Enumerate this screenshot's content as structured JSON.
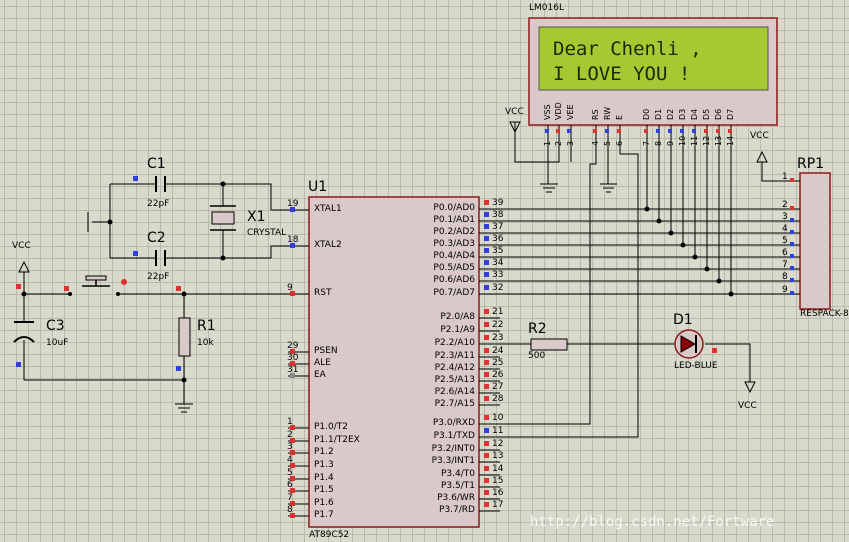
{
  "lcd": {
    "part": "LM016L",
    "line1": "Dear Chenli ,",
    "line2": "I LOVE YOU !",
    "pin_names": [
      "VSS",
      "VDD",
      "VEE",
      "RS",
      "RW",
      "E",
      "D0",
      "D1",
      "D2",
      "D3",
      "D4",
      "D5",
      "D6",
      "D7"
    ],
    "pin_numbers": [
      "1",
      "2",
      "3",
      "4",
      "5",
      "6",
      "7",
      "8",
      "9",
      "10",
      "11",
      "12",
      "13",
      "14"
    ],
    "vcc": "VCC"
  },
  "mcu": {
    "ref": "U1",
    "part": "AT89C52",
    "left_pins": [
      {
        "num": "19",
        "name": "XTAL1"
      },
      {
        "num": "18",
        "name": "XTAL2"
      },
      {
        "num": "9",
        "name": "RST"
      },
      {
        "num": "29",
        "name": "PSEN"
      },
      {
        "num": "30",
        "name": "ALE"
      },
      {
        "num": "31",
        "name": "EA"
      },
      {
        "num": "1",
        "name": "P1.0/T2"
      },
      {
        "num": "2",
        "name": "P1.1/T2EX"
      },
      {
        "num": "3",
        "name": "P1.2"
      },
      {
        "num": "4",
        "name": "P1.3"
      },
      {
        "num": "5",
        "name": "P1.4"
      },
      {
        "num": "6",
        "name": "P1.5"
      },
      {
        "num": "7",
        "name": "P1.6"
      },
      {
        "num": "8",
        "name": "P1.7"
      }
    ],
    "right_pins": [
      {
        "num": "39",
        "name": "P0.0/AD0"
      },
      {
        "num": "38",
        "name": "P0.1/AD1"
      },
      {
        "num": "37",
        "name": "P0.2/AD2"
      },
      {
        "num": "36",
        "name": "P0.3/AD3"
      },
      {
        "num": "35",
        "name": "P0.4/AD4"
      },
      {
        "num": "34",
        "name": "P0.5/AD5"
      },
      {
        "num": "33",
        "name": "P0.6/AD6"
      },
      {
        "num": "32",
        "name": "P0.7/AD7"
      },
      {
        "num": "21",
        "name": "P2.0/A8"
      },
      {
        "num": "22",
        "name": "P2.1/A9"
      },
      {
        "num": "23",
        "name": "P2.2/A10"
      },
      {
        "num": "24",
        "name": "P2.3/A11"
      },
      {
        "num": "25",
        "name": "P2.4/A12"
      },
      {
        "num": "26",
        "name": "P2.5/A13"
      },
      {
        "num": "27",
        "name": "P2.6/A14"
      },
      {
        "num": "28",
        "name": "P2.7/A15"
      },
      {
        "num": "10",
        "name": "P3.0/RXD"
      },
      {
        "num": "11",
        "name": "P3.1/TXD"
      },
      {
        "num": "12",
        "name": "P3.2/INT0"
      },
      {
        "num": "13",
        "name": "P3.3/INT1"
      },
      {
        "num": "14",
        "name": "P3.4/T0"
      },
      {
        "num": "15",
        "name": "P3.5/T1"
      },
      {
        "num": "16",
        "name": "P3.6/WR"
      },
      {
        "num": "17",
        "name": "P3.7/RD"
      }
    ]
  },
  "components": {
    "c1": {
      "ref": "C1",
      "value": "22pF"
    },
    "c2": {
      "ref": "C2",
      "value": "22pF"
    },
    "c3": {
      "ref": "C3",
      "value": "10uF"
    },
    "x1": {
      "ref": "X1",
      "value": "CRYSTAL"
    },
    "r1": {
      "ref": "R1",
      "value": "10k"
    },
    "r2": {
      "ref": "R2",
      "value": "500"
    },
    "d1": {
      "ref": "D1",
      "value": "LED-BLUE"
    },
    "rp1": {
      "ref": "RP1",
      "value": "RESPACK-8",
      "pins": [
        "1",
        "2",
        "3",
        "4",
        "5",
        "6",
        "7",
        "8",
        "9"
      ]
    }
  },
  "power": {
    "vcc_left": "VCC",
    "vcc_led": "VCC",
    "vcc_rp": "VCC"
  },
  "watermark": "http://blog.csdn.net/Fortware",
  "colors": {
    "lcd_bg": "#a6c832",
    "wire": "#000000",
    "body_fill": "#d9c9c9",
    "body_border": "#8b1a1a",
    "pin_red": "#e03030",
    "pin_blue": "#3040e0",
    "led_fill": "#8b0000"
  }
}
